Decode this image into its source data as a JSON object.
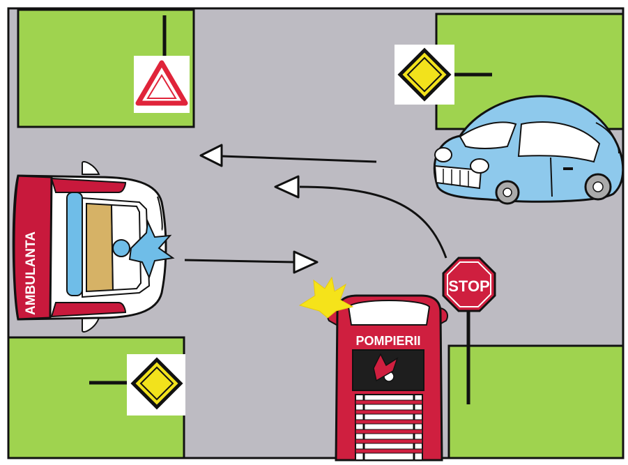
{
  "scene": {
    "description_labels": {
      "ambulance_text": "AMBULANTA",
      "firetruck_text": "POMPIERII",
      "stop_sign_text": "STOP"
    },
    "colors": {
      "road": "#bdbbc2",
      "grass": "#9fd34f",
      "ambulance_red": "#c8193c",
      "firetruck_red": "#cf1f3f",
      "car_blue": "#8ec9ec",
      "beacon_blue": "#6fbde8",
      "flash_yellow": "#f5e31a",
      "priority_sign_yellow": "#f2e21c",
      "yield_sign_red": "#e0243a",
      "outline": "#111111"
    },
    "icons": [
      "yield-sign-icon",
      "priority-road-sign-icon",
      "stop-sign-icon",
      "ambulance-icon",
      "fire-truck-icon",
      "car-icon",
      "direction-arrow-icon"
    ]
  }
}
